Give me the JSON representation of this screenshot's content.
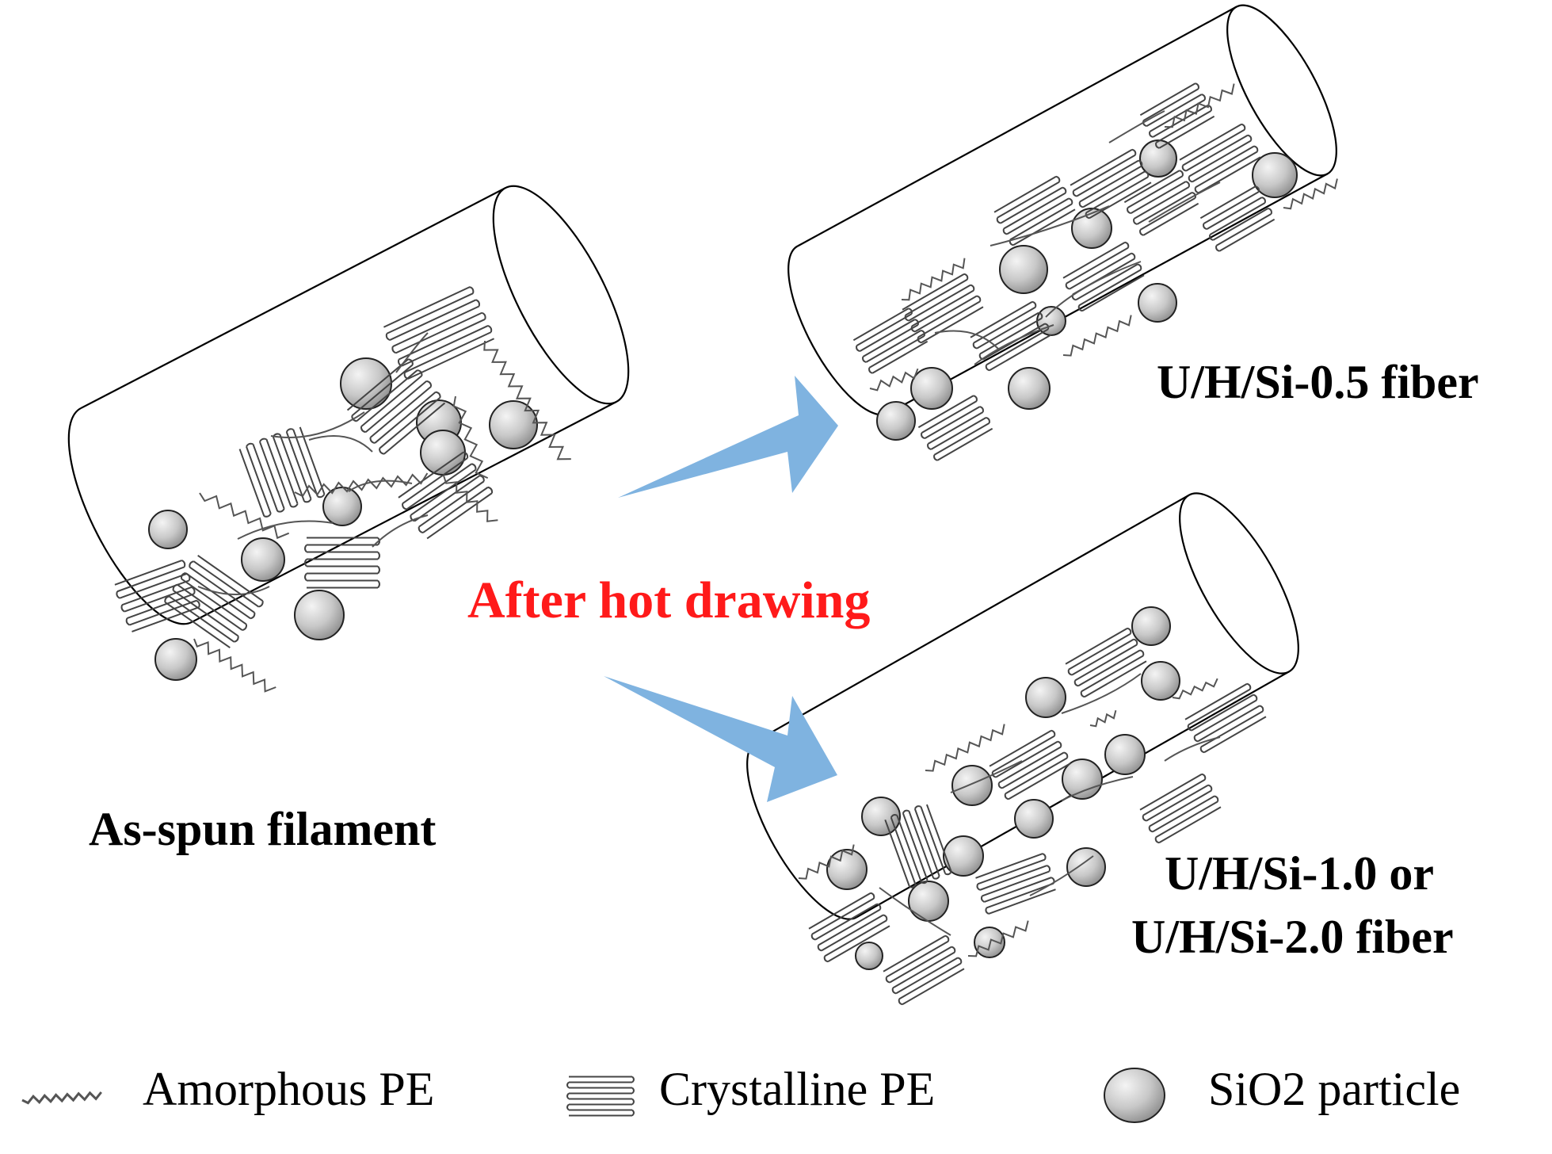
{
  "labels": {
    "as_spun": "As-spun filament",
    "fiber_05": "U/H/Si-0.5 fiber",
    "fiber_10_line1": "U/H/Si-1.0 or",
    "fiber_10_line2": "U/H/Si-2.0 fiber",
    "process": "After hot drawing"
  },
  "legend": {
    "amorphous": "Amorphous PE",
    "crystalline": "Crystalline PE",
    "particle": "SiO2 particle"
  },
  "colors": {
    "arrow": "#7fb3e0",
    "process_text": "#ff1a1a",
    "particle_fill": "#c8c8c8",
    "outline": "#000000",
    "chain": "#555555"
  },
  "icons": {
    "arrow_up": "block-arrow-icon",
    "arrow_down": "block-arrow-icon",
    "amorphous_legend": "wavy-line-icon",
    "crystalline_legend": "lamella-stack-icon",
    "particle_legend": "sphere-icon"
  }
}
